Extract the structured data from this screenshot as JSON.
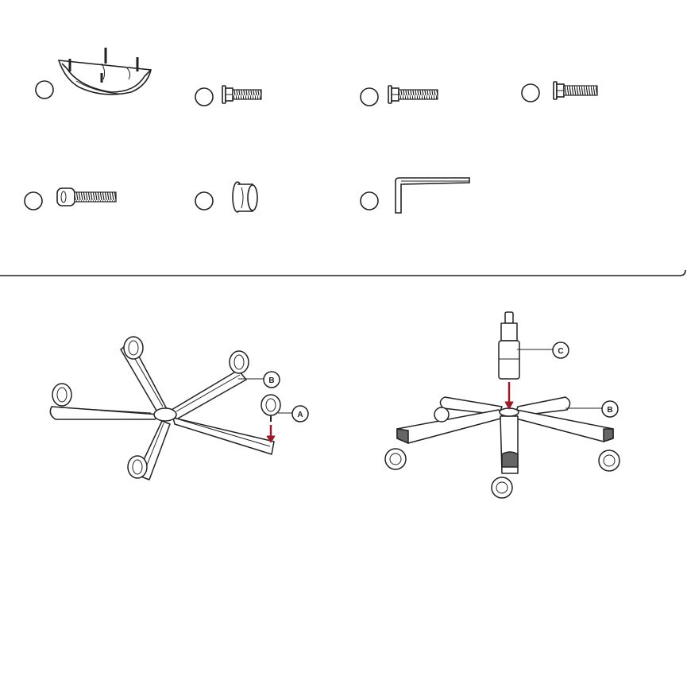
{
  "parts_list": {
    "items": [
      {
        "id": "part-1",
        "icon": "seat-cover-icon",
        "number": ""
      },
      {
        "id": "part-2",
        "icon": "short-bolt-icon",
        "number": ""
      },
      {
        "id": "part-3",
        "icon": "medium-bolt-icon",
        "number": ""
      },
      {
        "id": "part-4",
        "icon": "bolt-icon",
        "number": ""
      },
      {
        "id": "part-5",
        "icon": "socket-head-screw-icon",
        "number": ""
      },
      {
        "id": "part-6",
        "icon": "bushing-cap-icon",
        "number": ""
      },
      {
        "id": "part-7",
        "icon": "allen-key-icon",
        "number": ""
      }
    ]
  },
  "step_left": {
    "callouts": {
      "caster": "A",
      "base": "B"
    }
  },
  "step_right": {
    "callouts": {
      "gas_lift": "C",
      "base": "B"
    }
  },
  "colors": {
    "line": "#222222",
    "arrow": "#9b1b2a",
    "shade": "#666666"
  }
}
